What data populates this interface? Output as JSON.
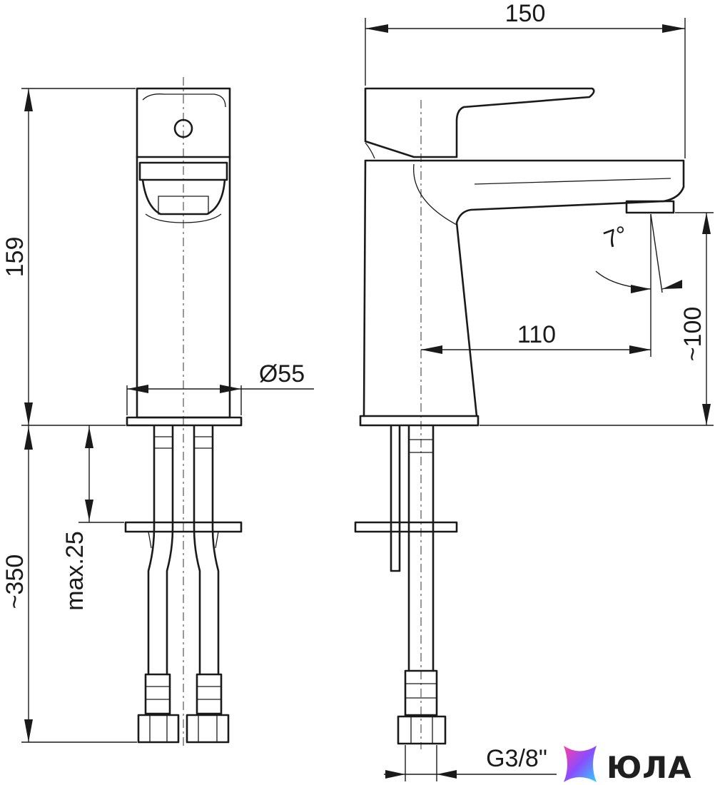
{
  "dimensions": {
    "overall_width": "150",
    "spout_reach": "110",
    "body_height": "159",
    "body_diameter": "Ø55",
    "spout_height": "~100",
    "hose_length": "~350",
    "max_countertop": "max.25",
    "connection_thread": "G3/8\"",
    "angle": "7°"
  },
  "brand": {
    "name": "ЮЛА",
    "icon": "star-logo-icon",
    "colors": [
      "#ff3da0",
      "#8a4dff",
      "#2fd1ff"
    ]
  }
}
